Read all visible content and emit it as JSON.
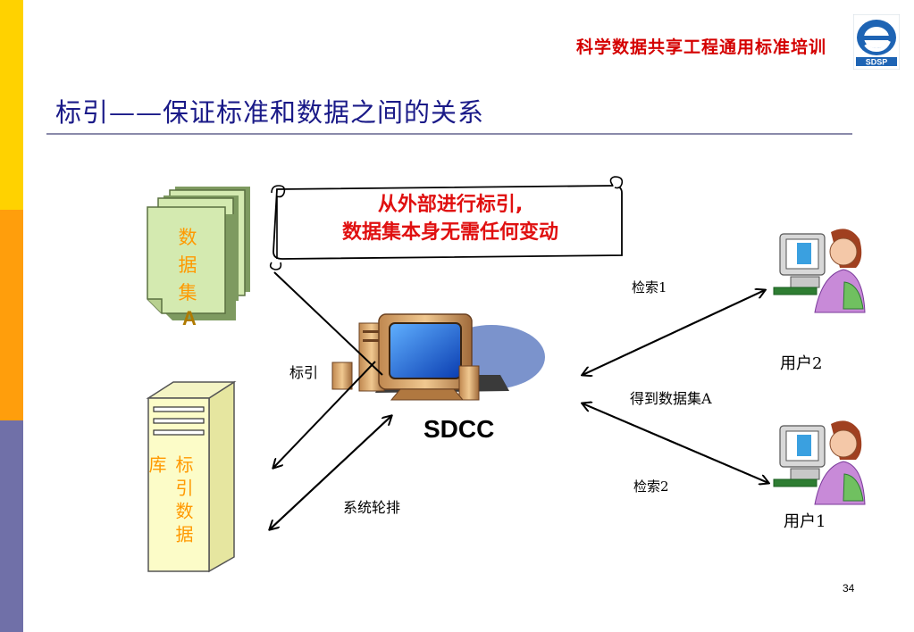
{
  "header": {
    "course_title": "科学数据共享工程通用标准培训",
    "logo_text": "SDSP"
  },
  "slide": {
    "title": "标引——保证标准和数据之间的关系",
    "page_number": "34"
  },
  "diagram": {
    "scroll_text_line1": "从外部进行标引,",
    "scroll_text_line2": "数据集本身无需任何变动",
    "dataset_chars": [
      "数",
      "据",
      "集",
      "A"
    ],
    "index_db_label": "标引数据库",
    "center_label": "SDCC",
    "edge_index": "标引",
    "edge_poll": "系统轮排",
    "edge_search1": "检索1",
    "edge_get_dataset": "得到数据集A",
    "edge_search2": "检索2",
    "user2_label": "用户2",
    "user1_label": "用户1"
  },
  "colors": {
    "sidebar_yellow": "#ffd200",
    "sidebar_orange": "#ff9e0c",
    "sidebar_purple": "#7070a8",
    "header_red": "#d40000",
    "title_navy": "#1a1a88",
    "dataset_fill": "#d4eab0",
    "index_db_fill": "#fcfcc8",
    "label_orange": "#ff9900"
  }
}
